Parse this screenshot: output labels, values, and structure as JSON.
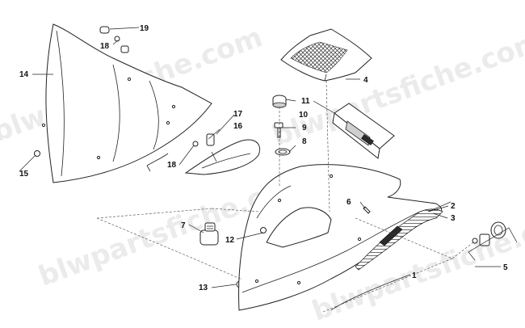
{
  "watermark": "blwpartsfiche.com",
  "callouts": [
    "1",
    "2",
    "3",
    "4",
    "5",
    "6",
    "7",
    "8",
    "9",
    "10",
    "11",
    "12",
    "13",
    "14",
    "15",
    "16",
    "17",
    "18",
    "18",
    "19"
  ]
}
